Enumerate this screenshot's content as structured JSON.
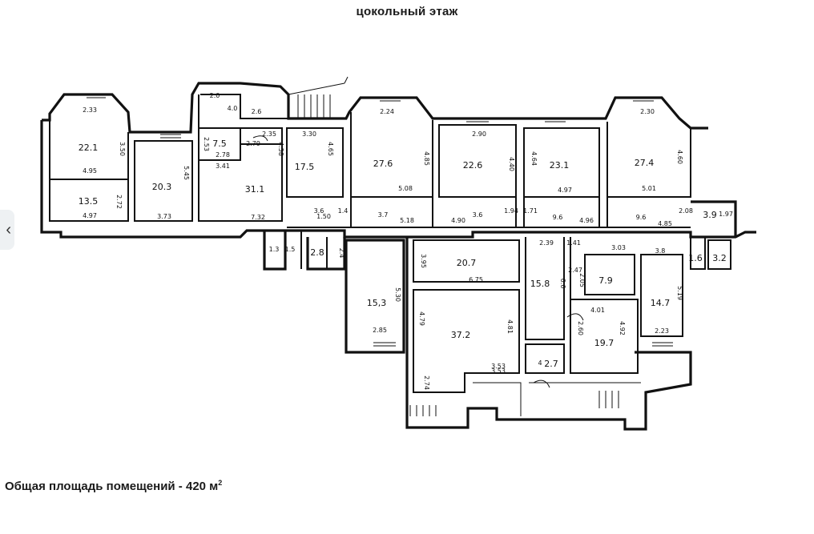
{
  "title": "цокольный этаж",
  "footer": {
    "text": "Общая площадь помещений - 420 м",
    "sup": "2"
  },
  "nav": {
    "prev_icon": "chevron-left-icon"
  },
  "rooms": [
    {
      "area": "22.1",
      "dims": [
        "2.33",
        "4.95",
        "3.50"
      ]
    },
    {
      "area": "13.5",
      "dims": [
        "4.97",
        "2.72"
      ]
    },
    {
      "area": "20.3",
      "dims": [
        "3.73",
        "5.45"
      ]
    },
    {
      "area": "7.5",
      "dims": [
        "2.53",
        "2.78"
      ]
    },
    {
      "area": "31.1",
      "dims": [
        "7.32",
        "4.58",
        "3.41"
      ]
    },
    {
      "area": "17.5",
      "dims": [
        "3.30",
        "4.65"
      ]
    },
    {
      "area": "27.6",
      "dims": [
        "2.24",
        "5.08",
        "4.85"
      ]
    },
    {
      "area": "22.6",
      "dims": [
        "2.90",
        "4.40"
      ]
    },
    {
      "area": "23.1",
      "dims": [
        "4.97",
        "4.64"
      ]
    },
    {
      "area": "27.4",
      "dims": [
        "2.30",
        "5.01",
        "4.60"
      ]
    },
    {
      "area": "20.7",
      "dims": [
        "6.75",
        "3.95"
      ]
    },
    {
      "area": "15,3",
      "dims": [
        "2.85",
        "5.30"
      ]
    },
    {
      "area": "37.2",
      "dims": [
        "3.53",
        "4.81",
        "4.79",
        "2.74"
      ]
    },
    {
      "area": "15.8",
      "dims": [
        "2.39",
        "6.6"
      ]
    },
    {
      "area": "7.9",
      "dims": [
        "3.03",
        "2.05"
      ]
    },
    {
      "area": "19.7",
      "dims": [
        "4.01",
        "4.92",
        "2.60"
      ]
    },
    {
      "area": "14.7",
      "dims": [
        "3.8",
        "2.23",
        "5.19"
      ]
    },
    {
      "area": "3.9",
      "dims": []
    },
    {
      "area": "3.2",
      "dims": []
    },
    {
      "area": "1.6",
      "dims": []
    },
    {
      "area": "2.8",
      "dims": [
        "2.4"
      ]
    },
    {
      "area": "2.7",
      "dims": [
        "4"
      ]
    }
  ],
  "corridor_labels": [
    "3.7",
    "5.18",
    "4.90",
    "3.6",
    "9.6",
    "4.96",
    "9.6",
    "4.85",
    "1.50",
    "3.6",
    "1.3",
    "1.5",
    "1.4",
    "1.94",
    "2.08",
    "1.71",
    "2.0",
    "4.0",
    "2.6",
    "2.35",
    "2.79",
    "1.97",
    "2.47",
    "1.41",
    "3.53"
  ]
}
